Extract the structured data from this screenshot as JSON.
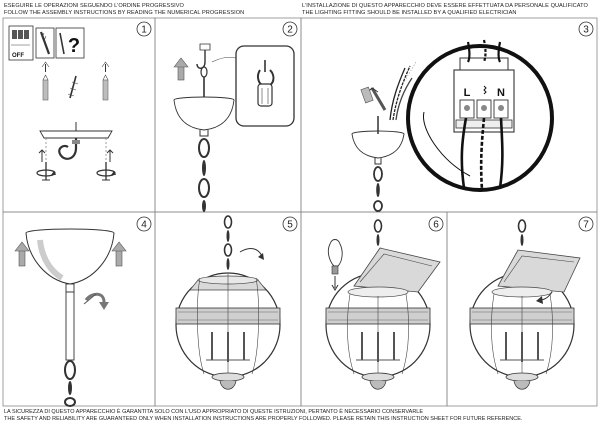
{
  "header": {
    "left_lines": [
      "ESEGUIRE LE OPERAZIONI SEGUENDO L'ORDINE PROGRESSIVO",
      "FOLLOW THE ASSEMBLY INSTRUCTIONS BY READING THE NUMERICAL PROGRESSION"
    ],
    "right_lines": [
      "L'INSTALLAZIONE DI QUESTO APPARECCHIO DEVE ESSERE EFFETTUATA DA PERSONALE QUALIFICATO",
      "THE LIGHTING FITTING SHOULD BE INSTALLED BY A QUALIFIED ELECTRICIAN"
    ]
  },
  "panels": [
    {
      "step": "1"
    },
    {
      "step": "2"
    },
    {
      "step": "3"
    },
    {
      "step": "4"
    },
    {
      "step": "5"
    },
    {
      "step": "6"
    },
    {
      "step": "7"
    }
  ],
  "labels": {
    "off": "OFF",
    "question": "?",
    "live": "L",
    "neutral": "N"
  },
  "footer": {
    "lines": [
      "LA SICUREZZA DI QUESTO APPARECCHIO È GARANTITA SOLO CON L'USO APPROPRIATO DI QUESTE ISTRUZIONI, PERTANTO È NECESSARIO CONSERVARLE",
      "THE SAFETY AND RELIABILITY ARE GUARANTEED ONLY WHEN INSTALLATION INSTRUCTIONS ARE PROPERLY FOLLOWED. PLEASE RETAIN THIS INSTRUCTION SHEET FOR FUTURE REFERENCE."
    ]
  }
}
